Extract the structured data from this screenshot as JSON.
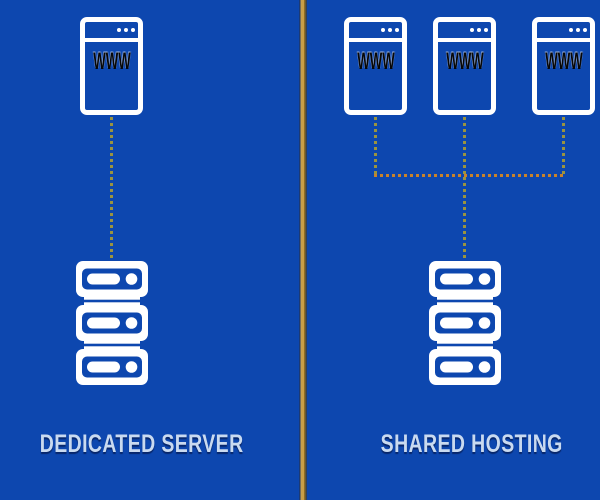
{
  "diagram": {
    "title_implied": "Dedicated Server vs Shared Hosting",
    "colors": {
      "background": "#0d47af",
      "icon_white": "#ffffff",
      "www_text": "#070707",
      "label_text": "#c9daf0",
      "dash_vertical": "#9a9440",
      "dash_horizontal": "#c8832b",
      "divider_gold": "#c99f48",
      "divider_edge_dark": "#926e22"
    }
  },
  "left_panel": {
    "label": "DEDICATED SERVER",
    "browser_count": 1,
    "server_count": 1,
    "browsers": [
      {
        "label": "WWW"
      }
    ]
  },
  "right_panel": {
    "label": "SHARED HOSTING",
    "browser_count": 3,
    "server_count": 1,
    "browsers": [
      {
        "label": "WWW"
      },
      {
        "label": "WWW"
      },
      {
        "label": "WWW"
      }
    ]
  }
}
